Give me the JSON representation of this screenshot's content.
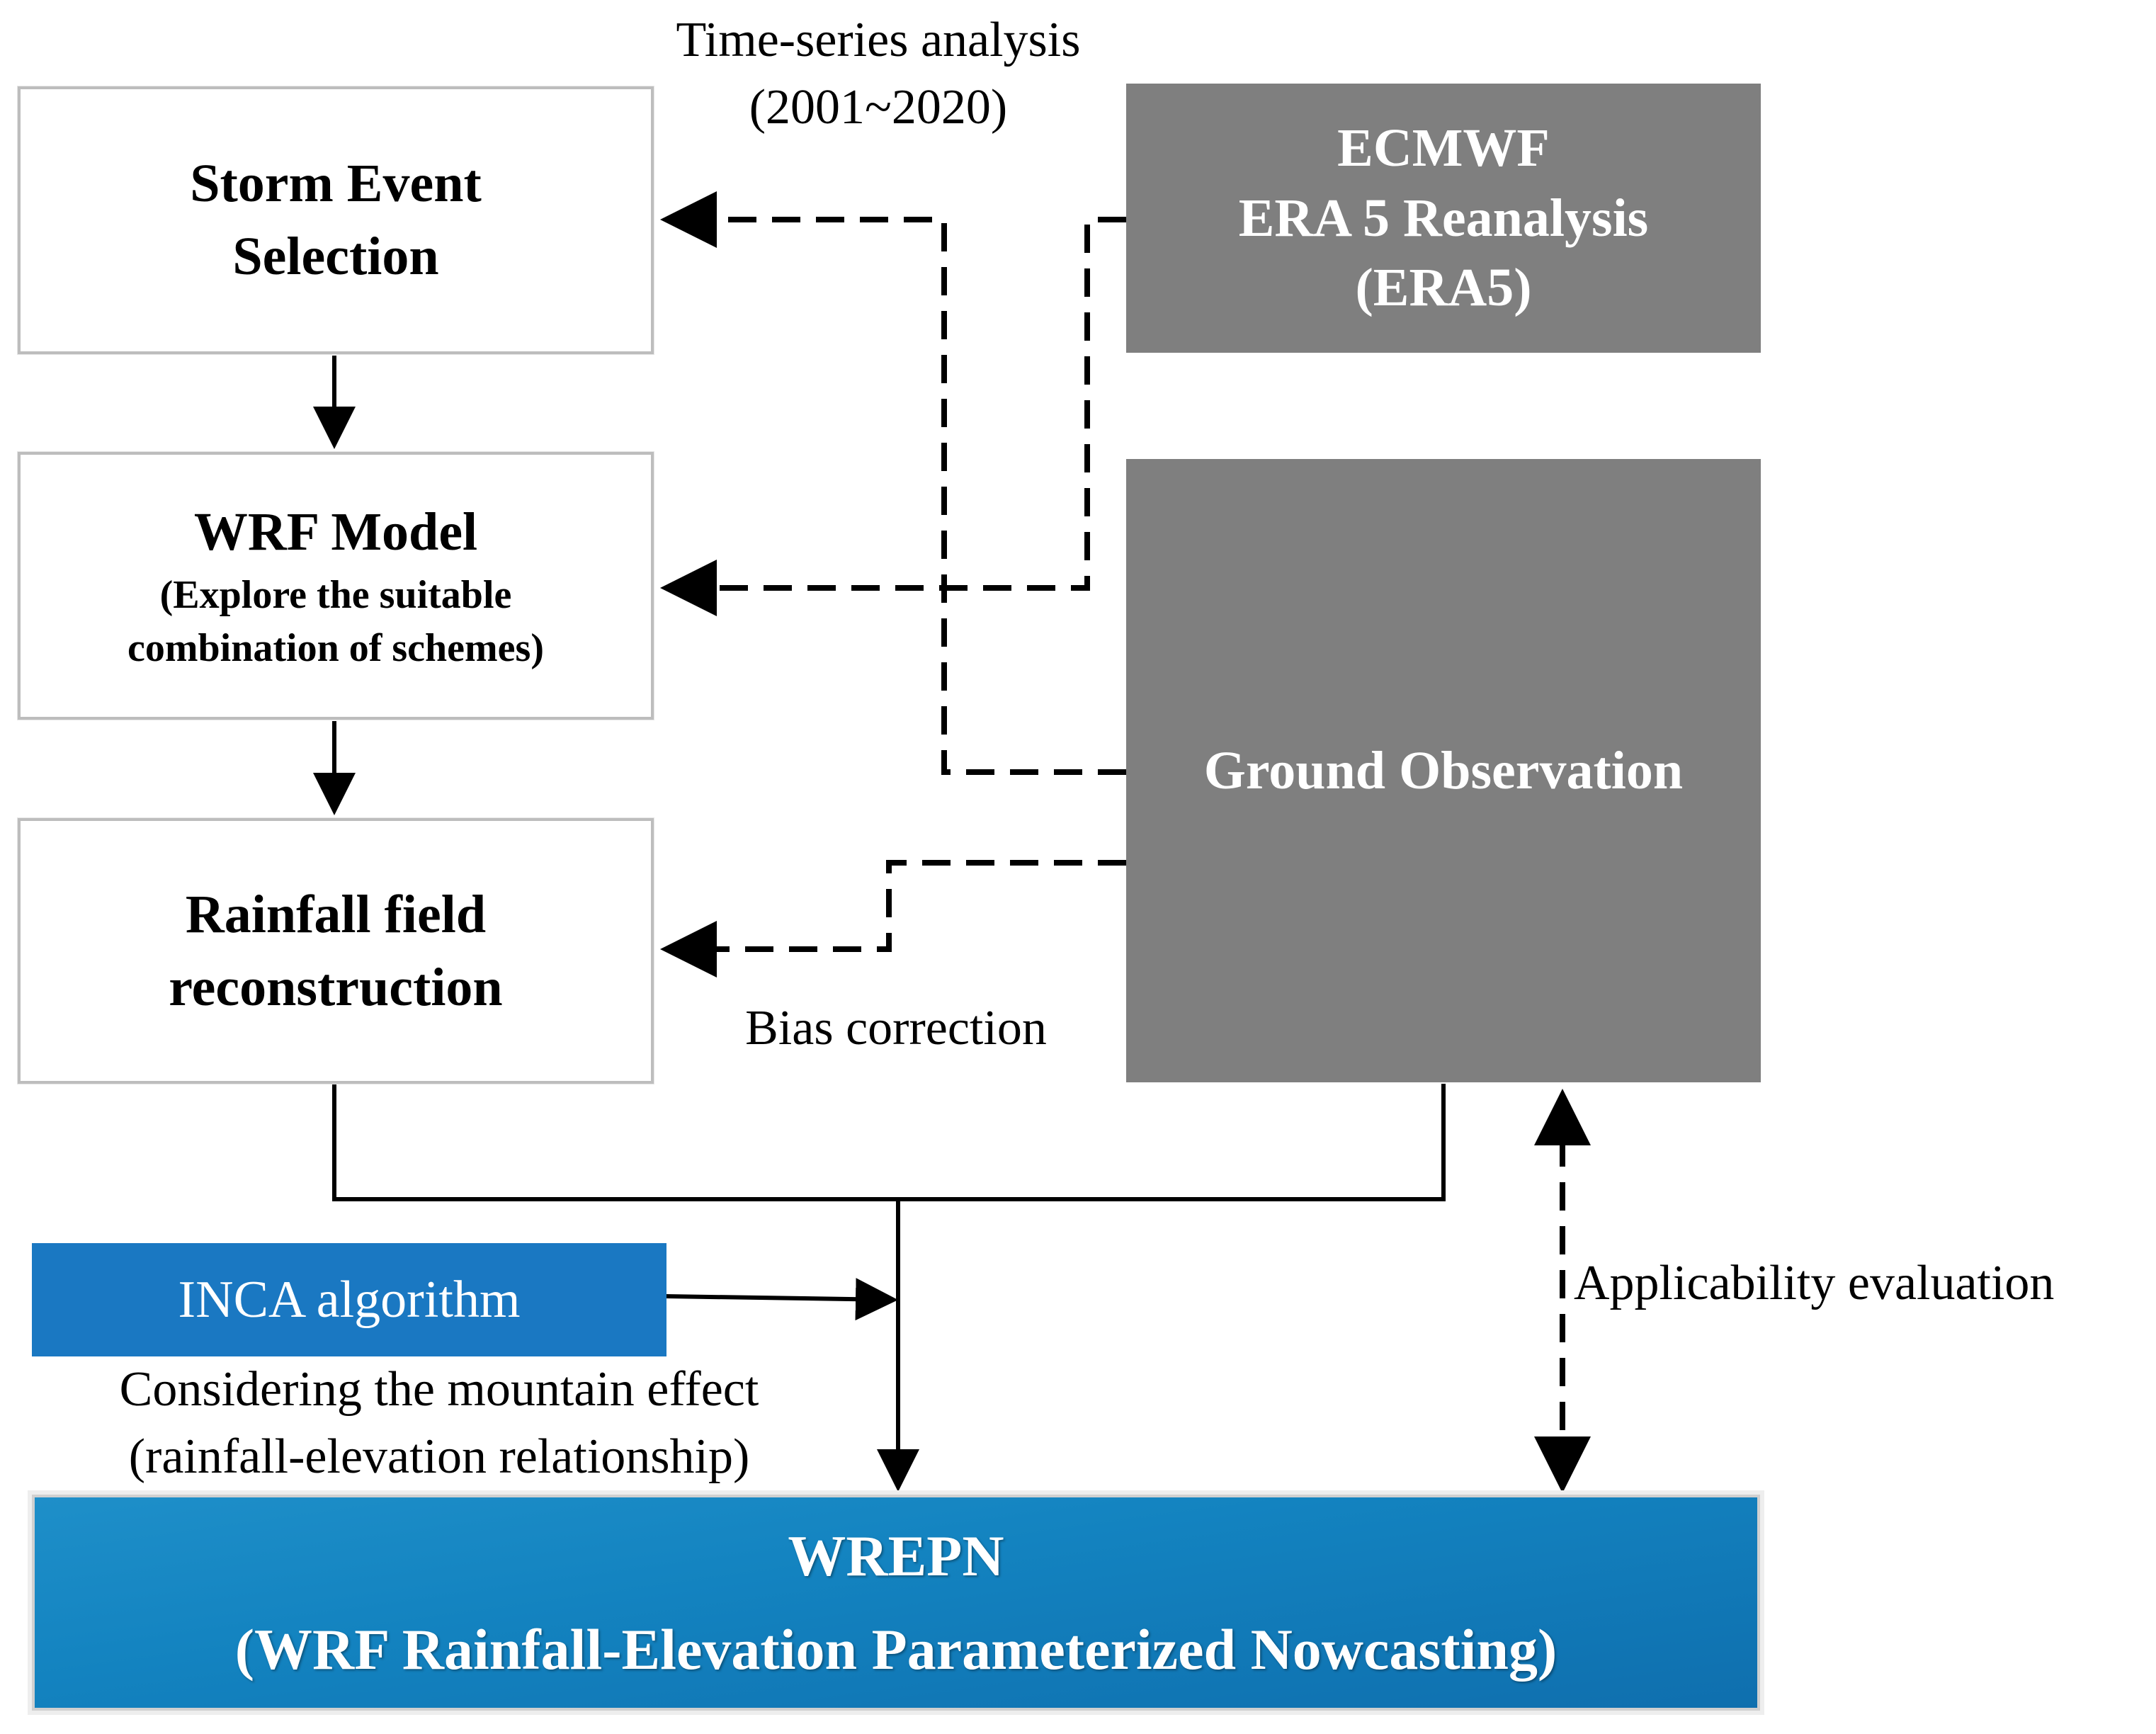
{
  "boxes": {
    "storm_event": {
      "title": "Storm Event\nSelection"
    },
    "wrf_model": {
      "title": "WRF Model",
      "subtitle": "(Explore the suitable\ncombination of schemes)"
    },
    "rainfall_field": {
      "title": "Rainfall field\nreconstruction"
    },
    "ecmwf": {
      "title": "ECMWF\nERA 5 Reanalysis\n(ERA5)"
    },
    "ground_observation": {
      "title": "Ground Observation"
    },
    "inca": {
      "title": "INCA algorithm"
    },
    "wrepn": {
      "title": "WREPN\n(WRF Rainfall-Elevation Parameterized Nowcasting)"
    }
  },
  "labels": {
    "time_series": "Time-series analysis\n(2001~2020)",
    "bias_correction": "Bias correction",
    "applicability": "Applicability  evaluation",
    "mountain_effect": "Considering the mountain effect\n(rainfall-elevation relationship)"
  },
  "colors": {
    "gray_box": "#7f7f7f",
    "inca_blue": "#1a78c2",
    "wrepn_blue": "#1383c0"
  }
}
